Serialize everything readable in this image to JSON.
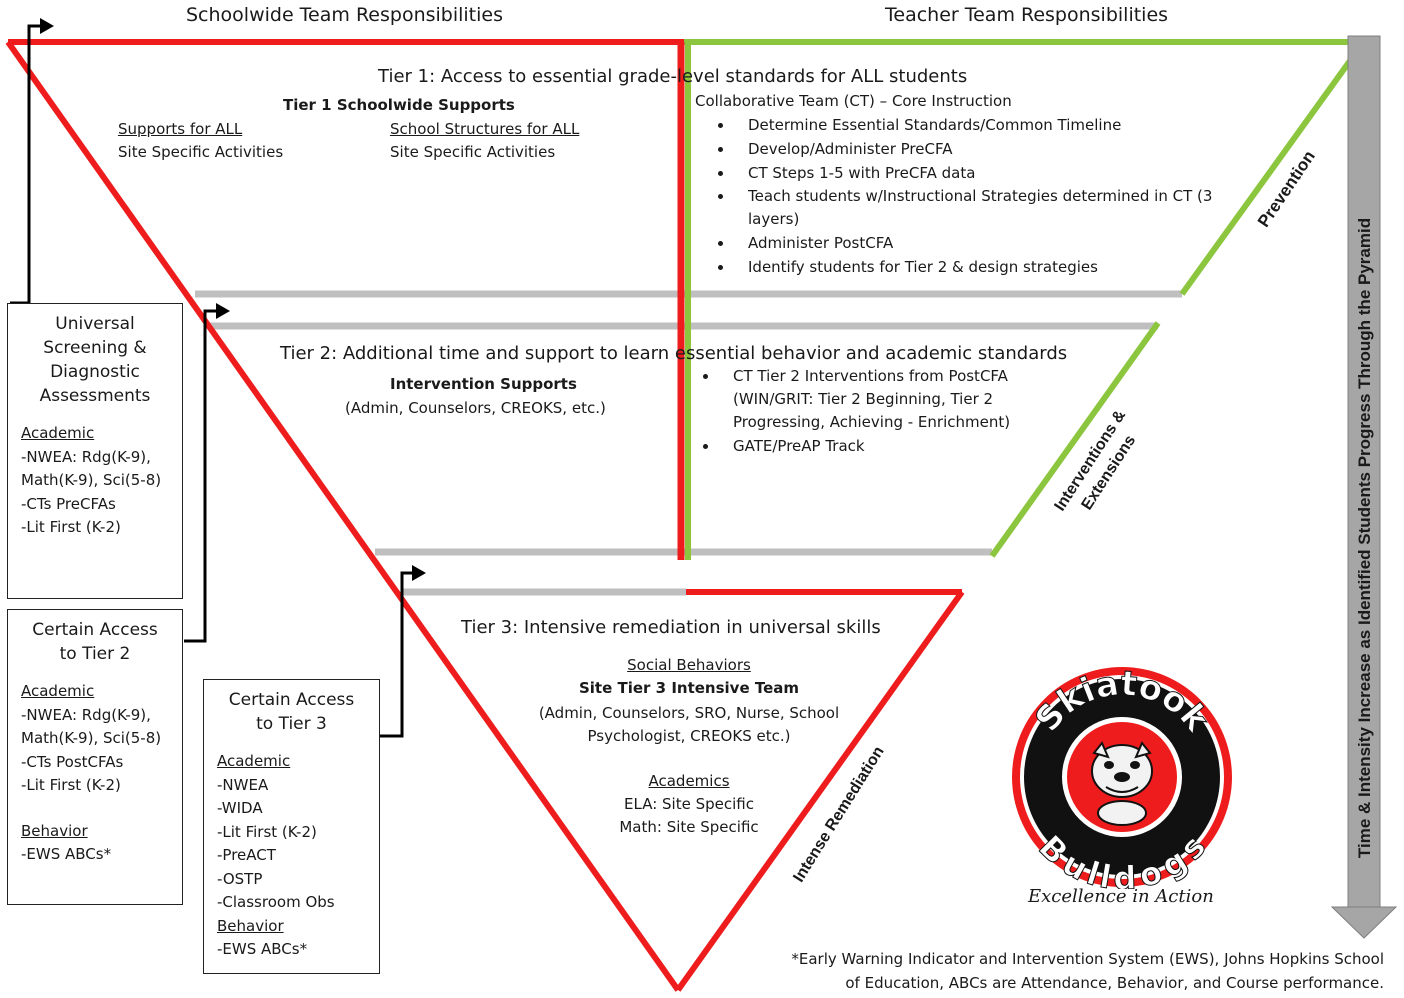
{
  "headers": {
    "schoolwide": "Schoolwide Team Responsibilities",
    "teacher": "Teacher Team Responsibilities"
  },
  "tier1": {
    "title": "Tier 1:  Access to essential grade-level standards for ALL students",
    "schoolwide_supports": "Tier 1 Schoolwide Supports",
    "supports_for_all": "Supports for ALL",
    "site_specific_1": "Site Specific Activities",
    "school_structures": "School Structures for ALL",
    "site_specific_2": "Site Specific Activities",
    "ct_core": "Collaborative Team (CT) – Core Instruction",
    "bullets": [
      "Determine Essential Standards/Common Timeline",
      "Develop/Administer PreCFA",
      "CT Steps 1-5 with PreCFA data",
      "Teach students w/Instructional Strategies determined in CT (3 layers)",
      "Administer PostCFA",
      "Identify students for Tier 2 & design strategies"
    ]
  },
  "tier2": {
    "title": "Tier 2:  Additional time and support to learn essential behavior and academic standards",
    "intervention_supports": "Intervention Supports",
    "intervention_people": "(Admin, Counselors, CREOKS, etc.)",
    "bullets": [
      "CT Tier 2 Interventions from PostCFA (WIN/GRIT:  Tier 2 Beginning, Tier 2 Progressing, Achieving - Enrichment)",
      "GATE/PreAP Track"
    ]
  },
  "tier3": {
    "title": "Tier 3: Intensive remediation in universal skills",
    "social_behaviors": "Social Behaviors",
    "team": "Site Tier 3 Intensive Team",
    "team_people": "(Admin, Counselors, SRO, Nurse, School Psychologist, CREOKS etc.)",
    "academics": "Academics",
    "ela": "ELA:  Site Specific",
    "math": "Math:  Site Specific"
  },
  "side_labels": {
    "prevention": "Prevention",
    "interventions": "Interventions & Extensions",
    "remediation": "Intense Remediation",
    "arrow": "Time & Intensity Increase as Identified Students Progress Through the Pyramid"
  },
  "boxes": {
    "universal": {
      "title": "Universal Screening & Diagnostic Assessments",
      "academic_label": "Academic",
      "academic": [
        "-NWEA: Rdg(K-9),",
        "Math(K-9), Sci(5-8)",
        "-CTs PreCFAs",
        "-Lit First (K-2)"
      ]
    },
    "tier2_access": {
      "title": "Certain Access to Tier 2",
      "academic_label": "Academic",
      "academic": [
        "-NWEA: Rdg(K-9),",
        "Math(K-9), Sci(5-8)",
        "-CTs PostCFAs",
        "-Lit First (K-2)"
      ],
      "behavior_label": "Behavior",
      "behavior": [
        "-EWS ABCs*"
      ]
    },
    "tier3_access": {
      "title": "Certain Access to Tier 3",
      "academic_label": "Academic",
      "academic": [
        "-NWEA",
        "-WIDA",
        "-Lit First (K-2)",
        "-PreACT",
        "-OSTP",
        "-Classroom Obs"
      ],
      "behavior_label": "Behavior",
      "behavior": [
        "-EWS ABCs*"
      ]
    }
  },
  "logo": {
    "top_text": "Skiatook",
    "bottom_text": "Bulldogs",
    "tagline": "Excellence in Action"
  },
  "footnote": "*Early Warning Indicator and Intervention System (EWS), Johns Hopkins School of Education, ABCs are Attendance, Behavior, and Course performance.",
  "colors": {
    "red": "#ee1c1c",
    "green": "#8cc63f",
    "gray": "#bfbfbf",
    "arrow_gray": "#a6a6a6"
  }
}
